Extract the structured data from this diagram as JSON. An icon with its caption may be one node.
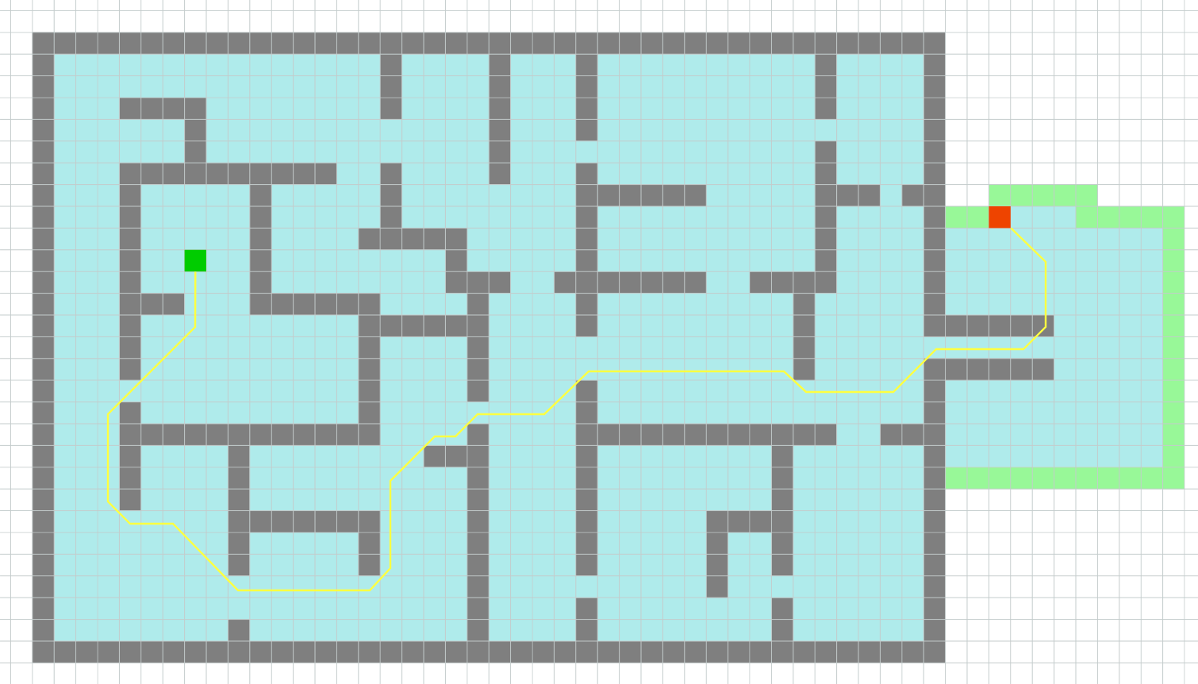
{
  "diagram": {
    "nodes": [
      {
        "text": [],
        "shape": "box"
      },
      {
        "text": [],
        "shape": "box"
      }
    ],
    "edges": [
      {
        "from": 0,
        "to": 1,
        "arrow": "none",
        "color": "#ffff40"
      }
    ]
  }
}
